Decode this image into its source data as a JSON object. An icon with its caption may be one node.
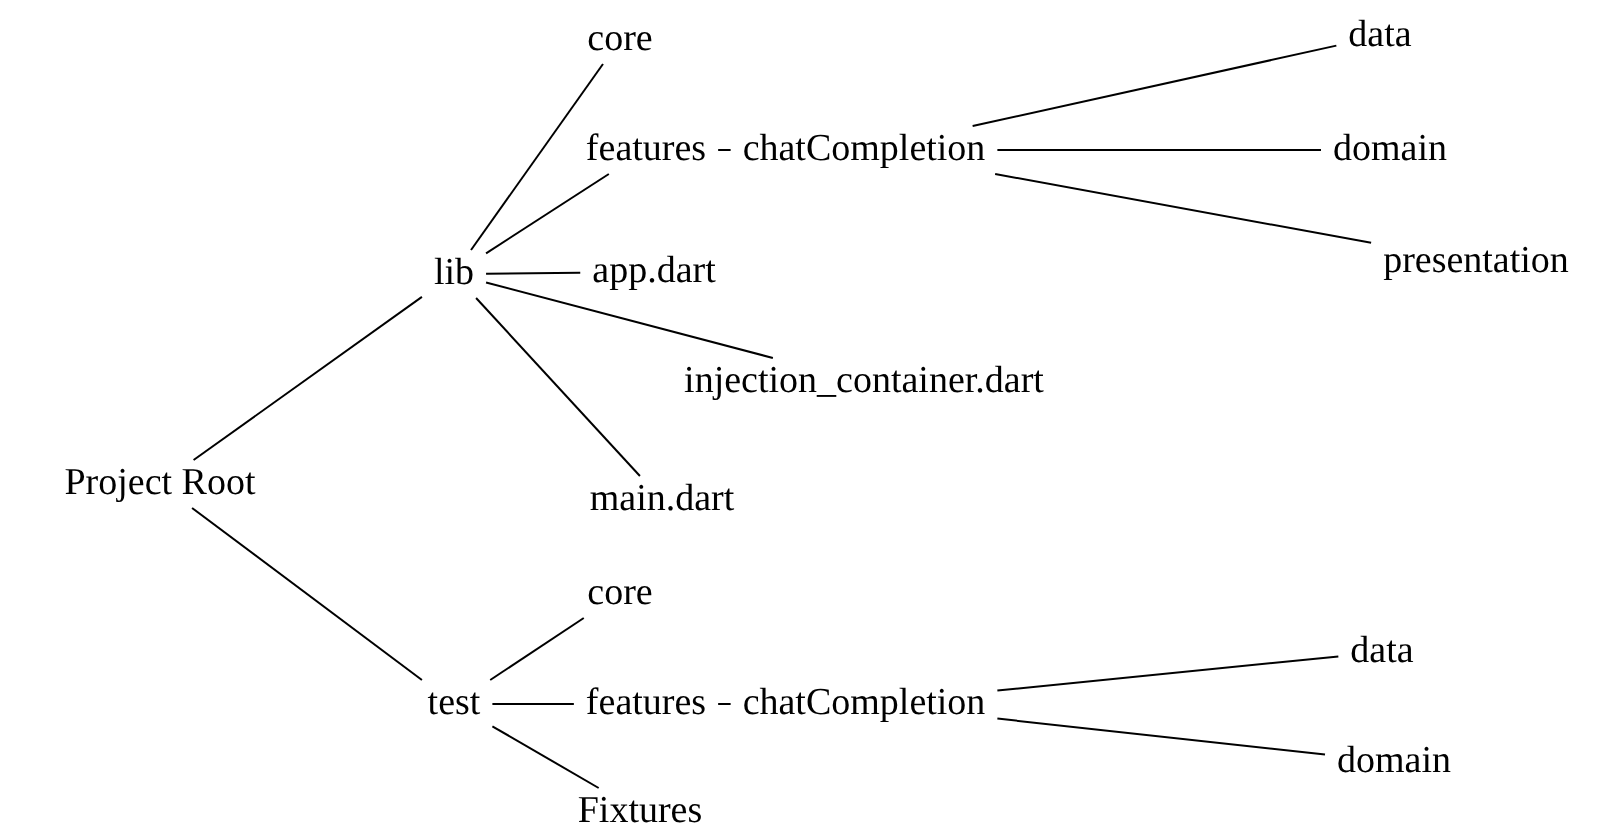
{
  "diagram": {
    "nodes": [
      {
        "text": [
          "Project Root"
        ]
      },
      {
        "text": [
          "lib"
        ]
      },
      {
        "text": [
          "core"
        ]
      },
      {
        "text": [
          "features"
        ]
      },
      {
        "text": [
          "chatCompletion"
        ]
      },
      {
        "text": [
          "data"
        ]
      },
      {
        "text": [
          "domain"
        ]
      },
      {
        "text": [
          "presentation"
        ]
      },
      {
        "text": [
          "app.dart"
        ]
      },
      {
        "text": [
          "injection_container.dart"
        ]
      },
      {
        "text": [
          "main.dart"
        ]
      },
      {
        "text": [
          "test"
        ]
      },
      {
        "text": [
          "core"
        ]
      },
      {
        "text": [
          "features"
        ]
      },
      {
        "text": [
          "chatCompletion"
        ]
      },
      {
        "text": [
          "data"
        ]
      },
      {
        "text": [
          "domain"
        ]
      },
      {
        "text": [
          "Fixtures"
        ]
      }
    ],
    "edges": [
      {
        "from": 0,
        "to": 1,
        "arrow": "none"
      },
      {
        "from": 1,
        "to": 2,
        "arrow": "none"
      },
      {
        "from": 1,
        "to": 3,
        "arrow": "none"
      },
      {
        "from": 3,
        "to": 4,
        "arrow": "none"
      },
      {
        "from": 4,
        "to": 5,
        "arrow": "none"
      },
      {
        "from": 4,
        "to": 6,
        "arrow": "none"
      },
      {
        "from": 4,
        "to": 7,
        "arrow": "none"
      },
      {
        "from": 1,
        "to": 8,
        "arrow": "none"
      },
      {
        "from": 1,
        "to": 9,
        "arrow": "none"
      },
      {
        "from": 1,
        "to": 10,
        "arrow": "none"
      },
      {
        "from": 0,
        "to": 11,
        "arrow": "none"
      },
      {
        "from": 11,
        "to": 12,
        "arrow": "none"
      },
      {
        "from": 11,
        "to": 13,
        "arrow": "none"
      },
      {
        "from": 13,
        "to": 14,
        "arrow": "none"
      },
      {
        "from": 14,
        "to": 15,
        "arrow": "none"
      },
      {
        "from": 14,
        "to": 16,
        "arrow": "none"
      },
      {
        "from": 11,
        "to": 17,
        "arrow": "none"
      }
    ]
  }
}
